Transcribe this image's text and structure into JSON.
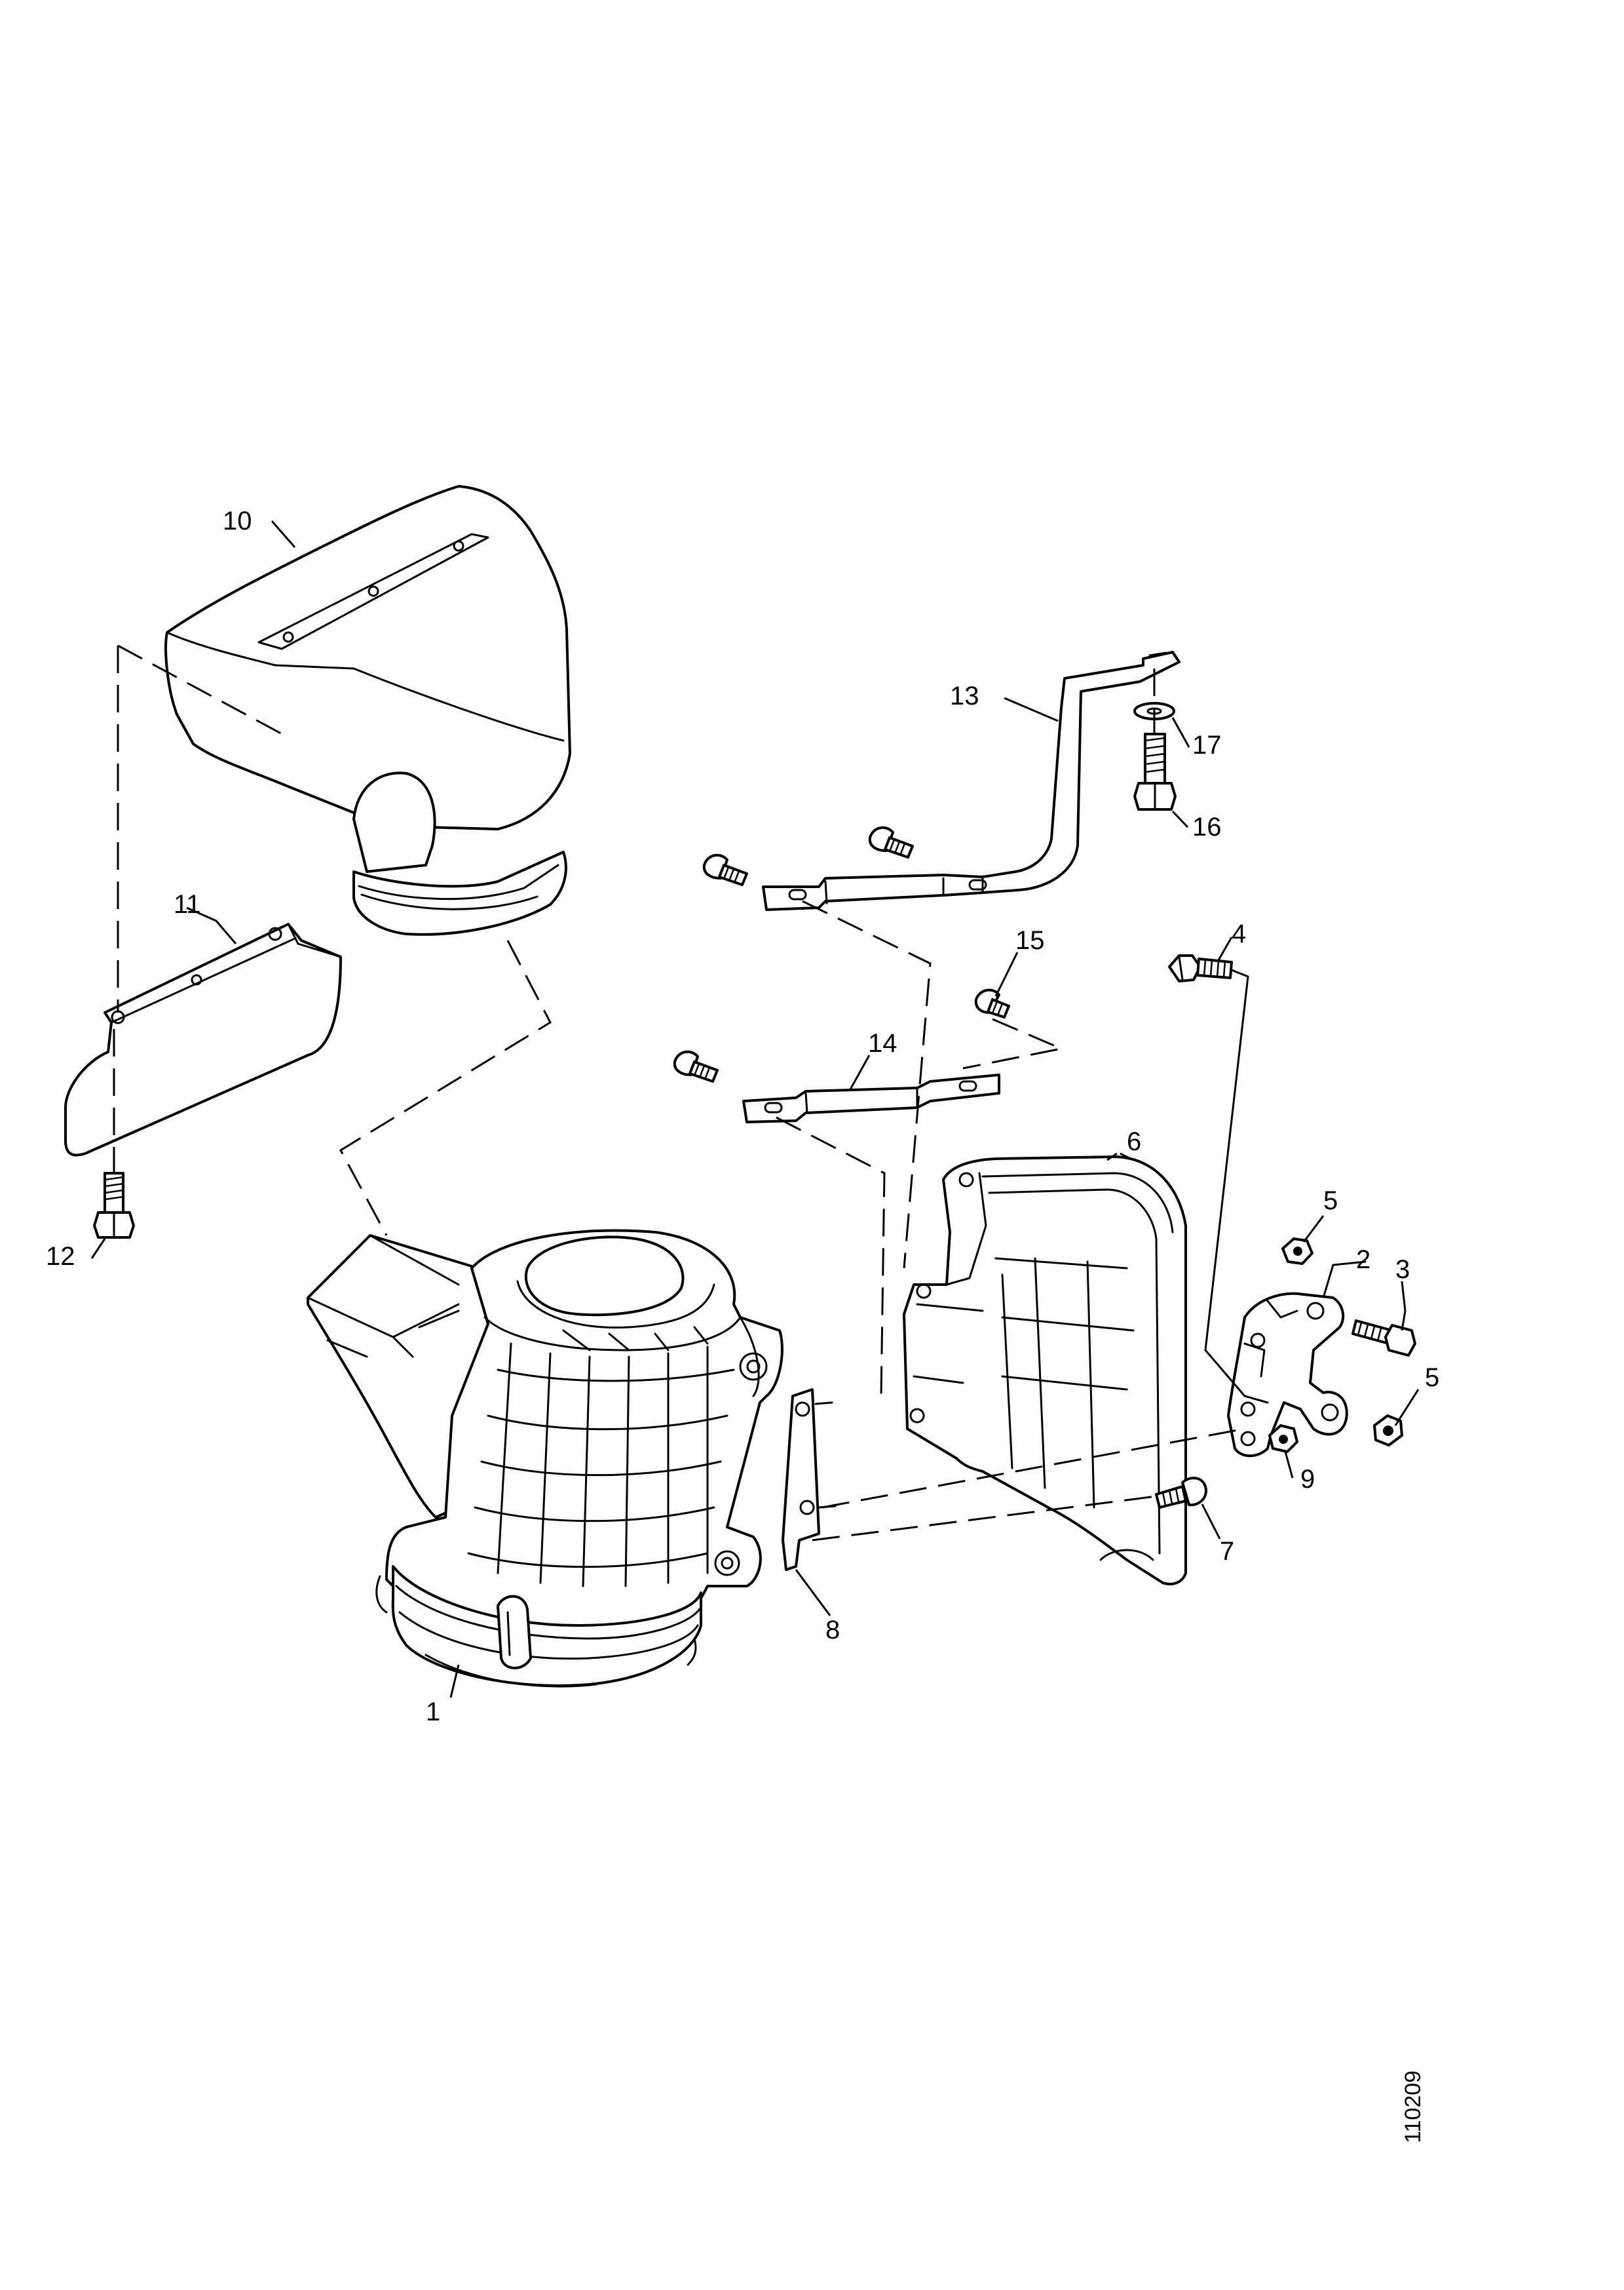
{
  "callouts": [
    "1",
    "2",
    "3",
    "4",
    "5",
    "5",
    "6",
    "7",
    "8",
    "9",
    "10",
    "11",
    "12",
    "13",
    "14",
    "15",
    "16",
    "17"
  ],
  "reference_number": "110209",
  "colors": {
    "line": "#000000",
    "background": "#ffffff"
  }
}
